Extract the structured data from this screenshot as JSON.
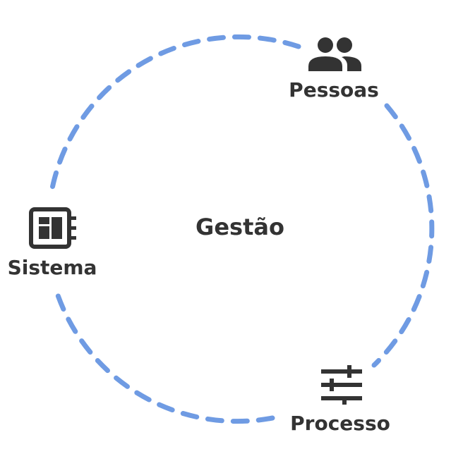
{
  "center": {
    "label": "Gestão"
  },
  "nodes": [
    {
      "label": "Pessoas",
      "icon": "people-icon"
    },
    {
      "label": "Sistema",
      "icon": "chip-icon"
    },
    {
      "label": "Processo",
      "icon": "sliders-icon"
    }
  ],
  "colors": {
    "ring": "#6f9be3",
    "text": "#333333",
    "icon": "#333333",
    "background": "#ffffff"
  }
}
